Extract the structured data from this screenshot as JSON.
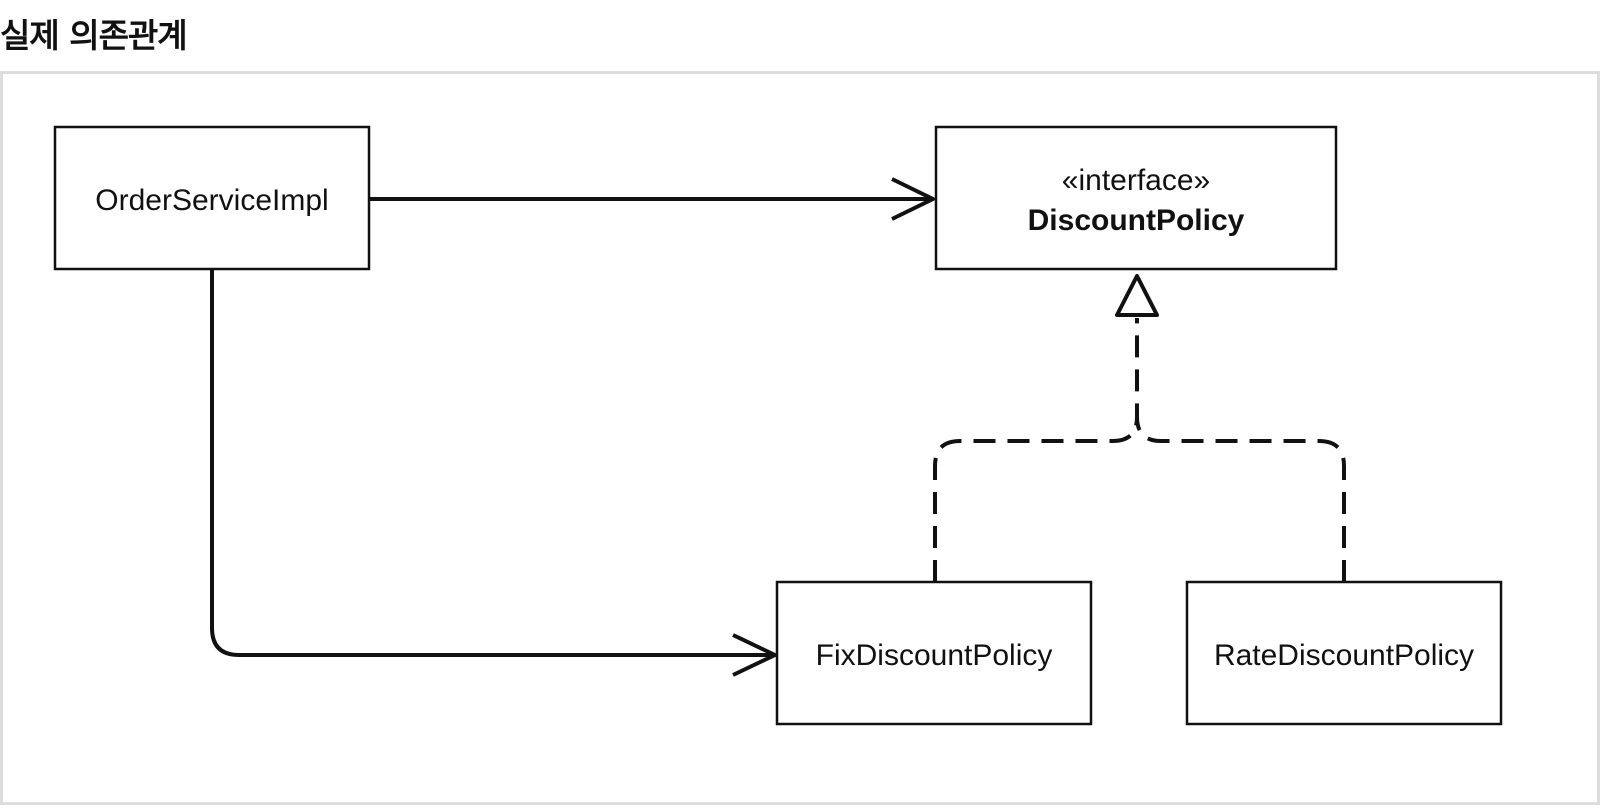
{
  "title": "실제 의존관계",
  "diagram": {
    "classes": {
      "order_service_impl": {
        "name": "OrderServiceImpl"
      },
      "discount_policy": {
        "stereotype": "«interface»",
        "name": "DiscountPolicy"
      },
      "fix_discount_policy": {
        "name": "FixDiscountPolicy"
      },
      "rate_discount_policy": {
        "name": "RateDiscountPolicy"
      }
    },
    "relations": [
      {
        "from": "OrderServiceImpl",
        "to": "DiscountPolicy",
        "type": "association"
      },
      {
        "from": "OrderServiceImpl",
        "to": "FixDiscountPolicy",
        "type": "association"
      },
      {
        "from": "FixDiscountPolicy",
        "to": "DiscountPolicy",
        "type": "realization"
      },
      {
        "from": "RateDiscountPolicy",
        "to": "DiscountPolicy",
        "type": "realization"
      }
    ]
  }
}
